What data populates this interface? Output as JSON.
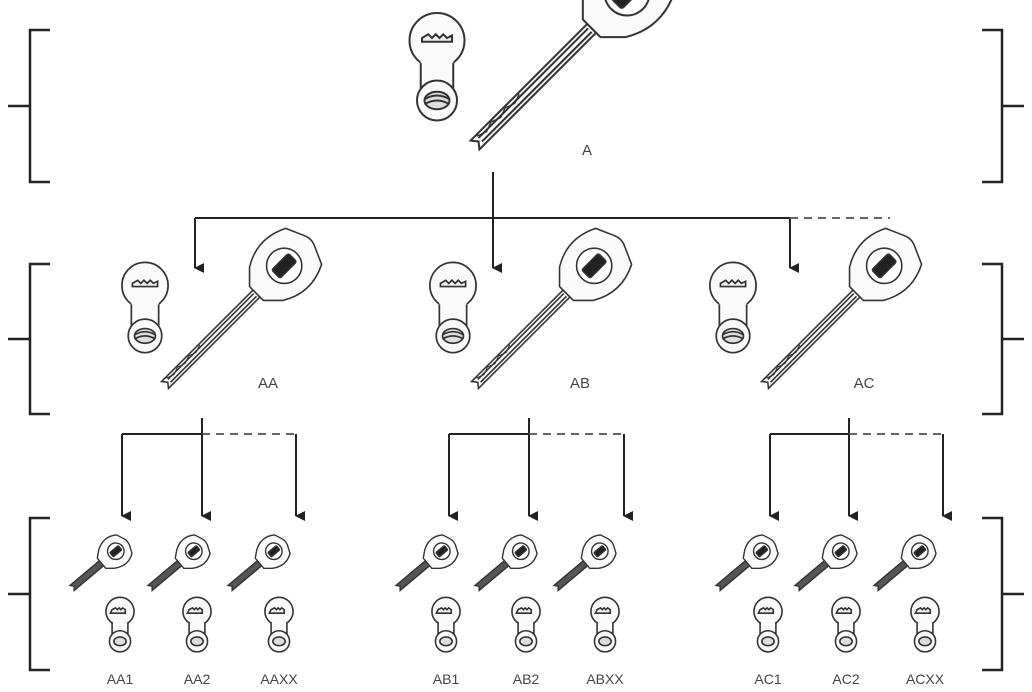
{
  "diagram": {
    "labels": {
      "root": "A",
      "groups": [
        "AA",
        "AB",
        "AC"
      ],
      "leaves": [
        [
          "AA1",
          "AA2",
          "AAXX"
        ],
        [
          "AB1",
          "AB2",
          "ABXX"
        ],
        [
          "AC1",
          "AC2",
          "ACXX"
        ]
      ]
    },
    "icons": {
      "cylinder": "lock-cylinder-icon",
      "master_key": "master-key-icon",
      "sub_master_key": "sub-master-key-icon",
      "change_key": "change-key-icon"
    },
    "colors": {
      "stroke": "#222222",
      "text": "#444444",
      "dashed": "#666666"
    }
  }
}
